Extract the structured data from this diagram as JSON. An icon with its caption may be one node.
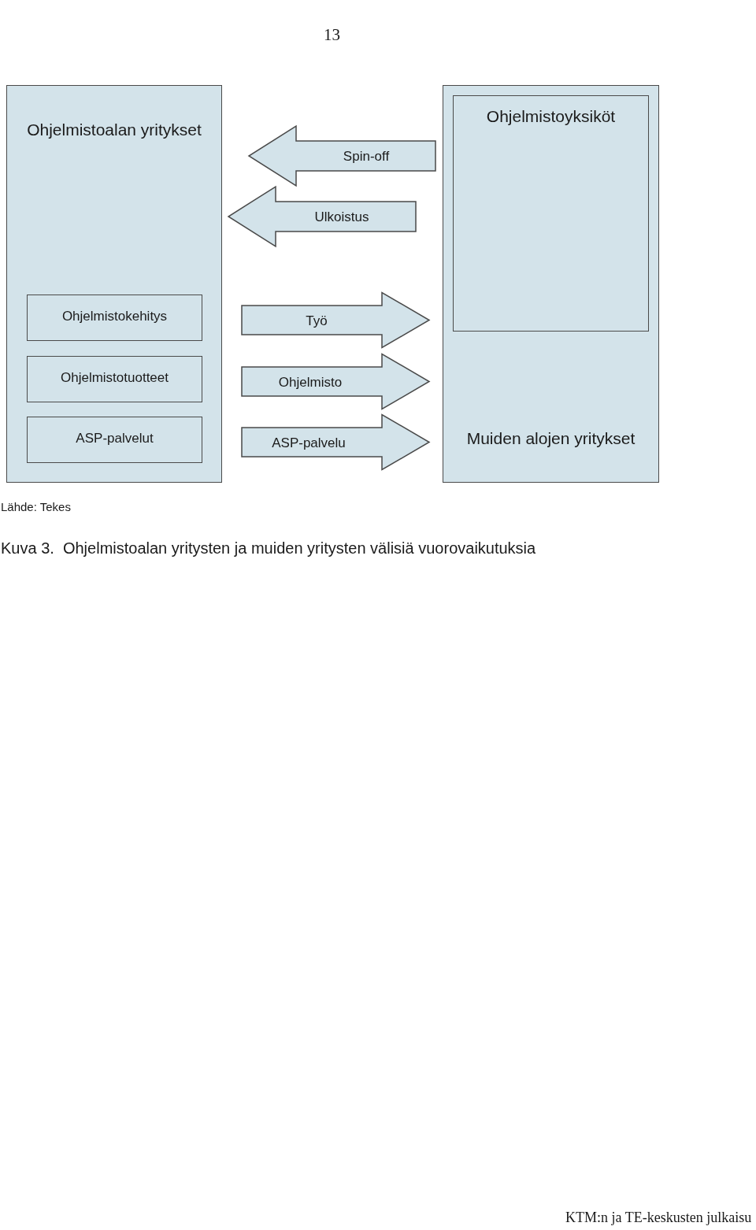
{
  "diagram": {
    "caption": "Kuva 3.  Ohjelmistoalan yritysten ja muiden yritysten välisiä vuorovaikutuksia",
    "nodes": [
      {
        "text": [
          "Ohjelmistoalan yritykset"
        ]
      },
      {
        "text": [
          "Ohjelmistokehitys"
        ],
        "in": 0
      },
      {
        "text": [
          "Ohjelmistotuotteet"
        ],
        "in": 0
      },
      {
        "text": [
          "ASP-palvelut"
        ],
        "in": 0
      },
      {
        "text": [
          "Muiden alojen yritykset"
        ]
      },
      {
        "text": [
          "Ohjelmistoyksiköt"
        ],
        "in": 4
      }
    ],
    "edges": [
      {
        "from": 5,
        "to": 0,
        "arrow": "to",
        "label": "Spin-off"
      },
      {
        "from": 4,
        "to": 0,
        "arrow": "to",
        "label": "Ulkoistus"
      },
      {
        "from": 1,
        "to": 4,
        "arrow": "to",
        "label": "Työ"
      },
      {
        "from": 2,
        "to": 4,
        "arrow": "to",
        "label": "Ohjelmisto"
      },
      {
        "from": 3,
        "to": 4,
        "arrow": "to",
        "label": "ASP-palvelu"
      }
    ],
    "labels": [
      "13",
      "Lähde: Tekes",
      "KTM:n ja TE-keskusten julkaisu"
    ]
  }
}
